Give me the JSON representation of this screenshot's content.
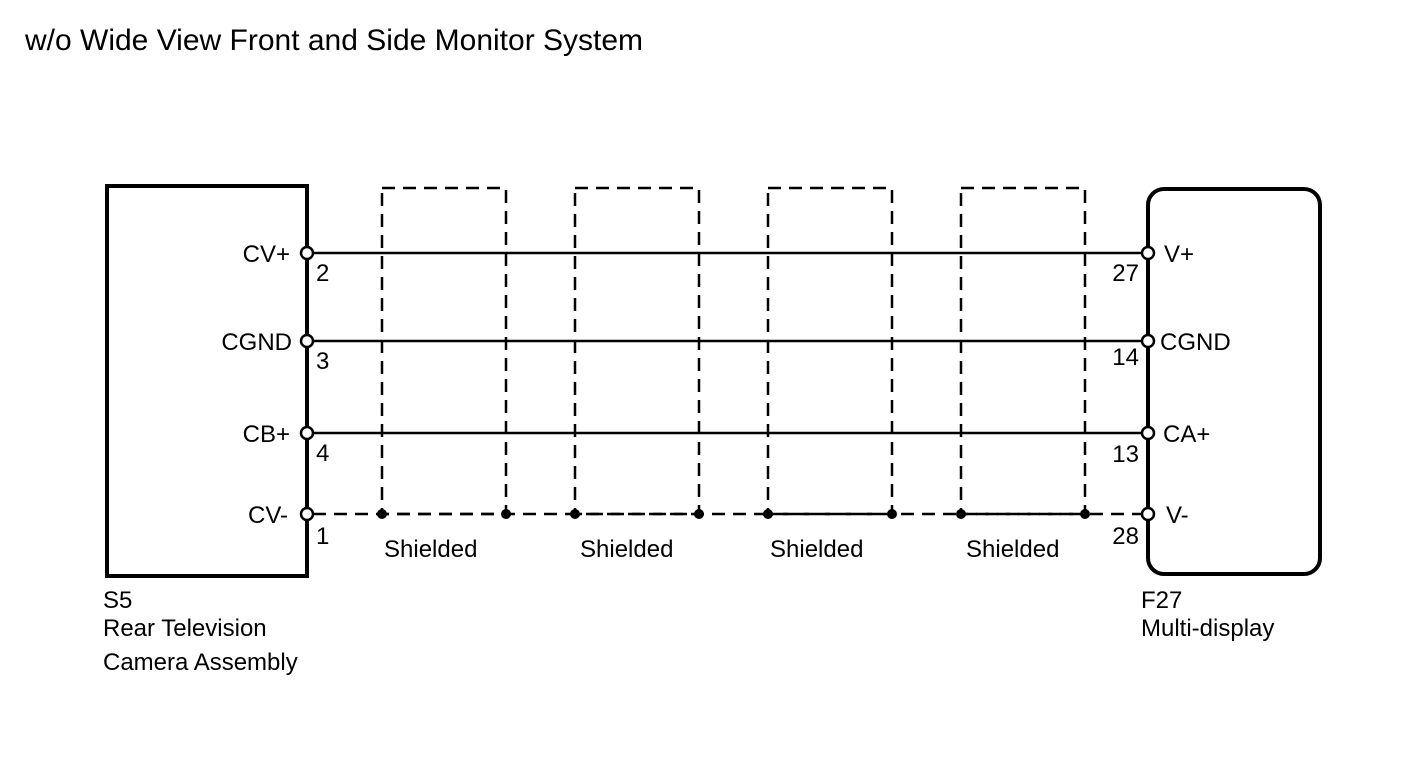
{
  "title": "w/o Wide View Front and Side Monitor System",
  "left_component": {
    "code": "S5",
    "name_line1": "Rear Television",
    "name_line2": "Camera Assembly",
    "pins": [
      {
        "label": "CV+",
        "number": "2"
      },
      {
        "label": "CGND",
        "number": "3"
      },
      {
        "label": "CB+",
        "number": "4"
      },
      {
        "label": "CV-",
        "number": "1"
      }
    ]
  },
  "right_component": {
    "code": "F27",
    "name": "Multi-display",
    "pins": [
      {
        "label": "V+",
        "number": "27"
      },
      {
        "label": "CGND",
        "number": "14"
      },
      {
        "label": "CA+",
        "number": "13"
      },
      {
        "label": "V-",
        "number": "28"
      }
    ]
  },
  "shields": [
    {
      "label": "Shielded"
    },
    {
      "label": "Shielded"
    },
    {
      "label": "Shielded"
    },
    {
      "label": "Shielded"
    }
  ]
}
